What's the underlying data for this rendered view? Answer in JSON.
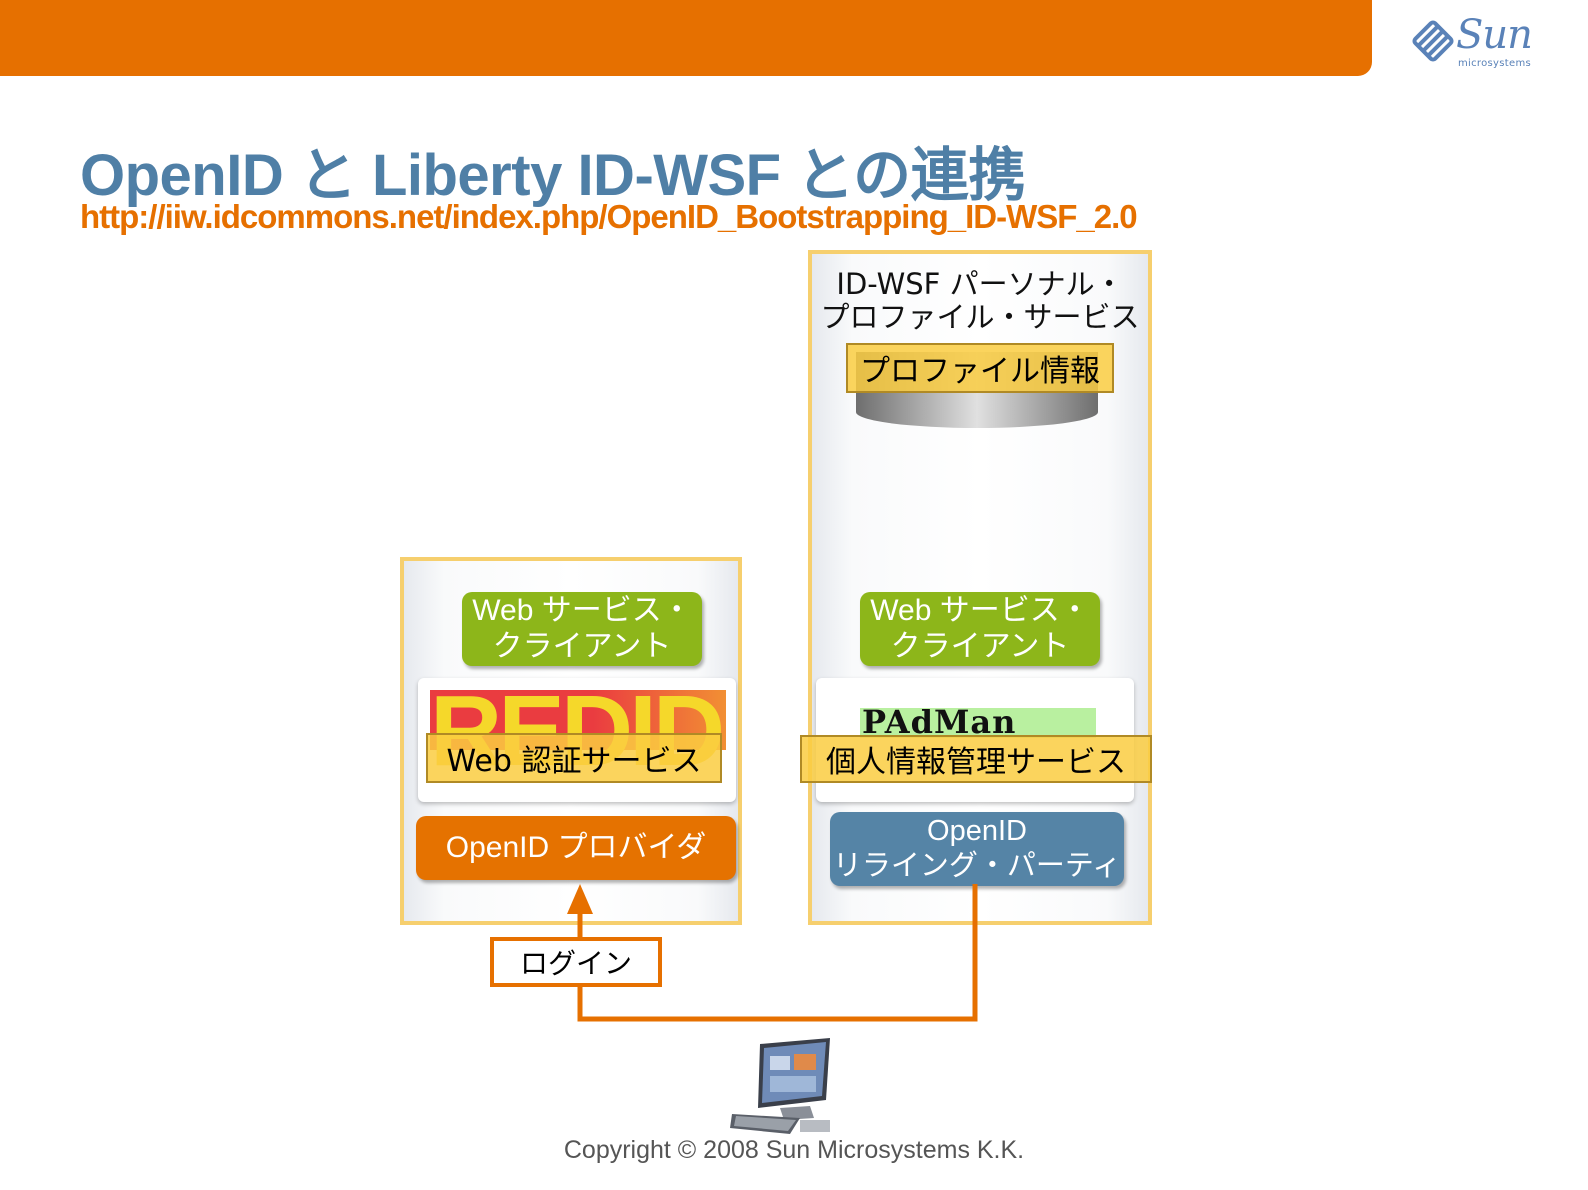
{
  "header": {
    "logo_text": "Sun",
    "logo_subtext": "microsystems"
  },
  "slide": {
    "title": "OpenID と Liberty ID-WSF との連携",
    "url": "http://iiw.idcommons.net/index.php/OpenID_Bootstrapping_ID-WSF_2.0"
  },
  "left_panel": {
    "ws_client": [
      "Web サービス・",
      "クライアント"
    ],
    "logo_text": "REDID",
    "auth_service": "Web 認証サービス",
    "provider": "OpenID プロバイダ"
  },
  "right_panel": {
    "title": [
      "ID-WSF パーソナル・",
      "プロファイル・サービス"
    ],
    "profile_info": "プロファイル情報",
    "ws_client": [
      "Web サービス・",
      "クライアント"
    ],
    "logo_text": "PAdMan",
    "pim_service": "個人情報管理サービス",
    "relying_party": [
      "OpenID",
      "リライング・パーティ"
    ]
  },
  "flow": {
    "login_label": "ログイン"
  },
  "footer": {
    "copyright": "Copyright © 2008 Sun Microsystems K.K."
  },
  "colors": {
    "orange": "#e67000",
    "title_blue": "#4f7fa6",
    "green": "#8db61a",
    "blue": "#5584a6",
    "panel_border": "#f6cf6e"
  }
}
